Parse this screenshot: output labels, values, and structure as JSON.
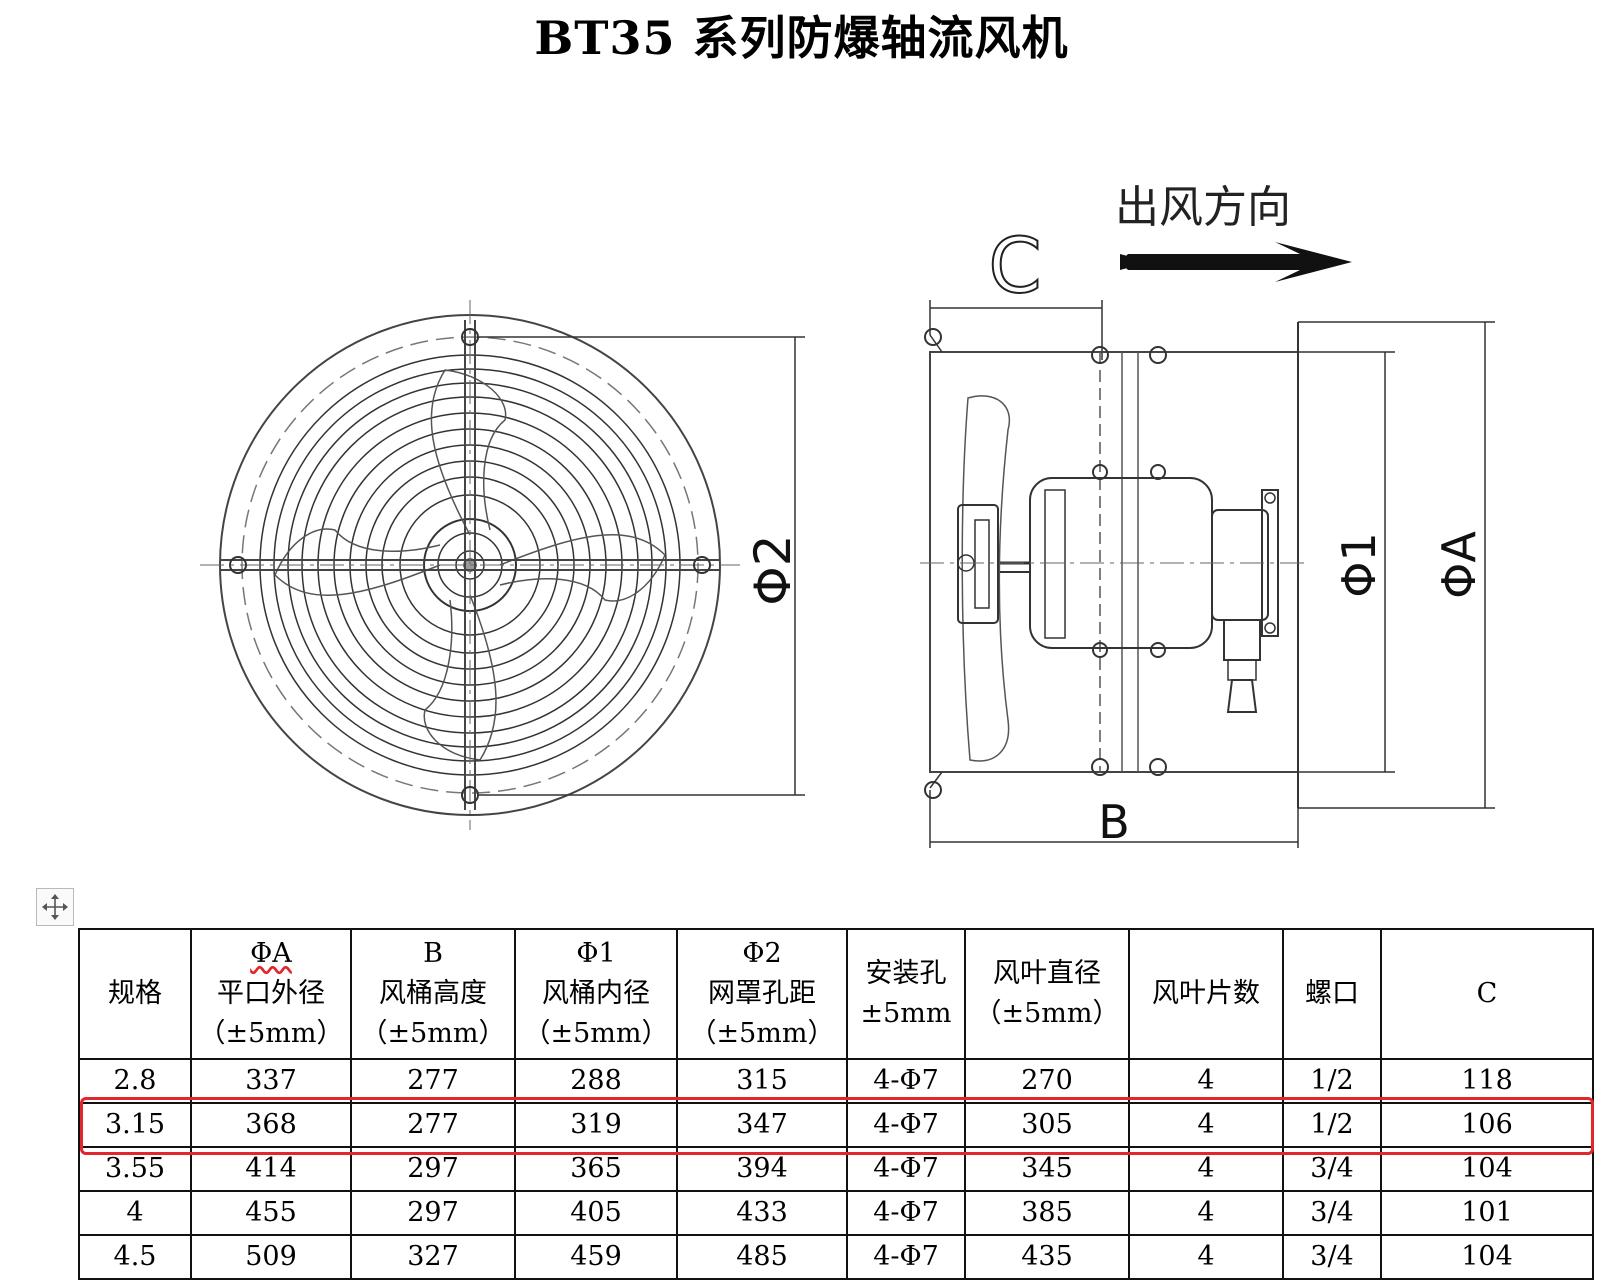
{
  "title": "BT35 系列防爆轴流风机",
  "drawing": {
    "airflow_label": "出风方向",
    "dim_phi2": "Φ2",
    "dim_c": "C",
    "dim_b": "B",
    "dim_phi1": "Φ1",
    "dim_phia": "ΦA"
  },
  "table": {
    "headers": [
      [
        "规格"
      ],
      [
        "ΦA",
        "平口外径",
        "（±5mm）"
      ],
      [
        "B",
        "风桶高度",
        "（±5mm）"
      ],
      [
        "Φ1",
        "风桶内径",
        "（±5mm）"
      ],
      [
        "Φ2",
        "网罩孔距",
        "（±5mm）"
      ],
      [
        "安装孔",
        "±5mm"
      ],
      [
        "风叶直径",
        "（±5mm）"
      ],
      [
        "风叶片数"
      ],
      [
        "螺口"
      ],
      [
        "C"
      ]
    ],
    "rows": [
      [
        "2.8",
        "337",
        "277",
        "288",
        "315",
        "4-Φ7",
        "270",
        "4",
        "1/2",
        "118"
      ],
      [
        "3.15",
        "368",
        "277",
        "319",
        "347",
        "4-Φ7",
        "305",
        "4",
        "1/2",
        "106"
      ],
      [
        "3.55",
        "414",
        "297",
        "365",
        "394",
        "4-Φ7",
        "345",
        "4",
        "3/4",
        "104"
      ],
      [
        "4",
        "455",
        "297",
        "405",
        "433",
        "4-Φ7",
        "385",
        "4",
        "3/4",
        "101"
      ],
      [
        "4.5",
        "509",
        "327",
        "459",
        "485",
        "4-Φ7",
        "435",
        "4",
        "3/4",
        "104"
      ]
    ],
    "highlighted_row": 1,
    "highlight_color": "#e3262b"
  },
  "icons": {
    "move_handle": "move-arrows-icon"
  }
}
